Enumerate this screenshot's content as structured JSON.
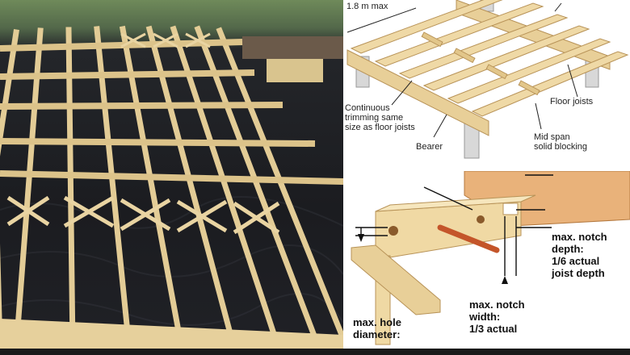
{
  "top_diagram": {
    "span_label": "1.8 m max",
    "trimming_label": "Continuous\ntrimming same\nsize as floor joists",
    "floor_joists_label": "Floor joists",
    "bearer_label": "Bearer",
    "blocking_label": "Mid span\nsolid blocking"
  },
  "bottom_diagram": {
    "notch_depth_label": "max. notch\ndepth:\n1/6 actual\njoist depth",
    "hole_label": "max. hole\ndiameter:",
    "notch_width_label": "max. notch\nwidth:\n1/3 actual"
  },
  "colors": {
    "timber": "#e8cf98",
    "timber_dark": "#c9a86a",
    "pipe": "#c4552a",
    "plastic_sheet": "#1c1d22"
  }
}
